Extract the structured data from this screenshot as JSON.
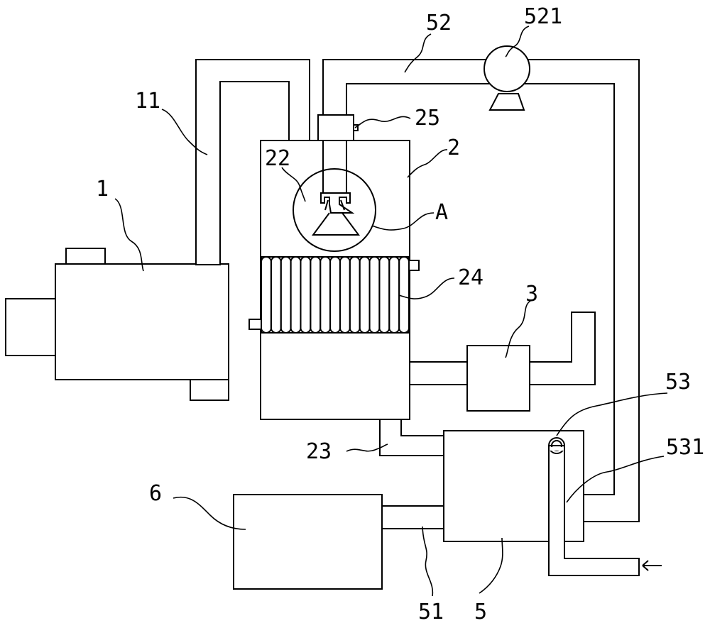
{
  "labels": {
    "l1": "1",
    "l11": "11",
    "l2": "2",
    "l22": "22",
    "l23": "23",
    "l24": "24",
    "l25": "25",
    "l3": "3",
    "l5": "5",
    "l51": "51",
    "l52": "52",
    "l521": "521",
    "l53": "53",
    "l531": "531",
    "l6": "6",
    "lA": "A"
  }
}
